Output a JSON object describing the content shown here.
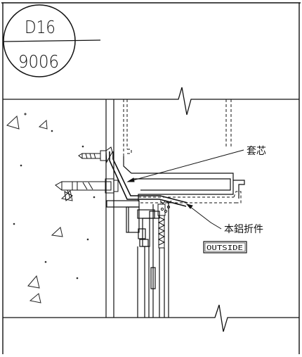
{
  "title_block": {
    "detail_code": "D16",
    "sheet_number": "9006"
  },
  "callouts": {
    "sleeve_core": "套芯",
    "aluminum_part": "本鋁折件",
    "outside": "OUTSIDE"
  },
  "colors": {
    "line": "#111111",
    "background": "#ffffff"
  }
}
